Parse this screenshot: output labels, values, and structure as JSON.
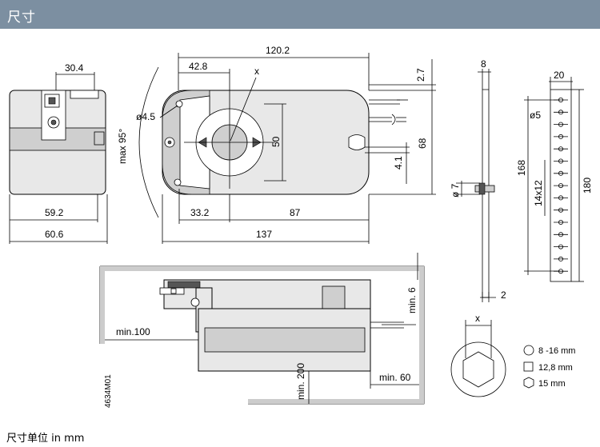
{
  "header": {
    "title": "尺寸",
    "color": "#7c8fa1"
  },
  "footer": {
    "unit_note": "尺寸单位 in mm"
  },
  "dims": {
    "d_30_4": "30.4",
    "d_59_2": "59.2",
    "d_60_6": "60.6",
    "d_120_2": "120.2",
    "d_42_8": "42.8",
    "d_x": "x",
    "d_phi4_5": "ø4.5",
    "d_max95": "max 95°",
    "d_50": "50",
    "d_33_2": "33.2",
    "d_87": "87",
    "d_137": "137",
    "d_2_7": "2.7",
    "d_68": "68",
    "d_4_1": "4.1",
    "d_8": "8",
    "d_phi7": "ø 7",
    "d_2": "2",
    "d_20": "20",
    "d_phi5": "ø5",
    "d_168": "168",
    "d_14x12": "14x12",
    "d_180": "180",
    "d_min6": "min. 6",
    "d_min100": "min.100",
    "d_min200": "min. 200",
    "d_min60": "min. 60",
    "d_ref": "4634M01",
    "d_x2": "x"
  },
  "legend": {
    "items": [
      {
        "shape": "circle",
        "label": "8 -16 mm"
      },
      {
        "shape": "square",
        "label": "12,8 mm"
      },
      {
        "shape": "hexagon",
        "label": "15 mm"
      }
    ]
  }
}
